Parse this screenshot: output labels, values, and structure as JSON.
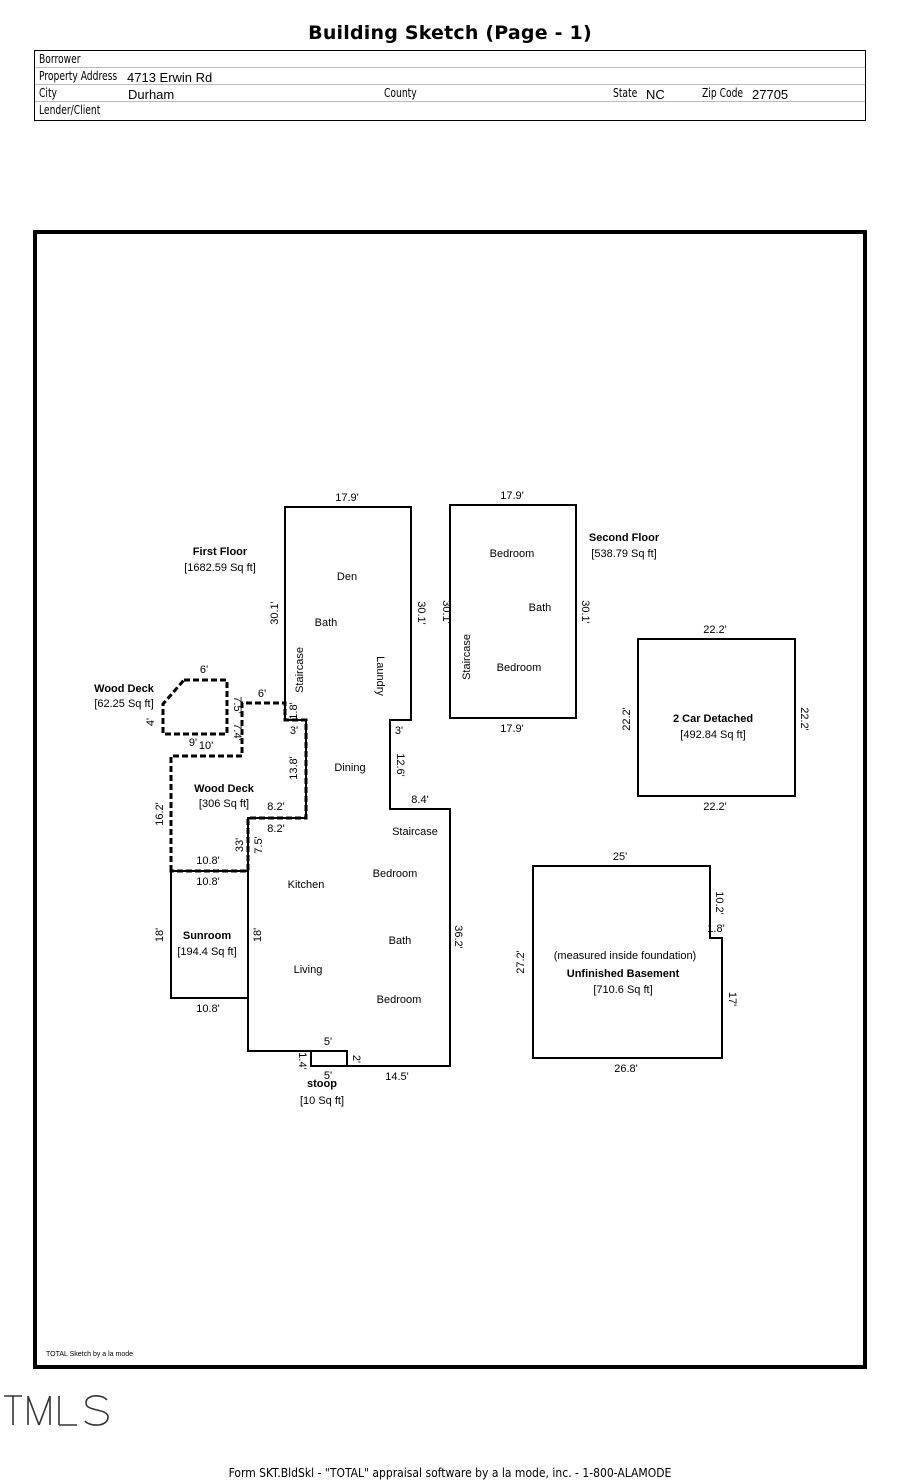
{
  "title": "Building Sketch (Page - 1)",
  "header": {
    "borrower_label": "Borrower",
    "borrower_value": "",
    "address_label": "Property Address",
    "address_value": "4713 Erwin Rd",
    "city_label": "City",
    "city_value": "Durham",
    "county_label": "County",
    "county_value": "",
    "state_label": "State",
    "state_value": "NC",
    "zip_label": "Zip Code",
    "zip_value": "27705",
    "lender_label": "Lender/Client",
    "lender_value": ""
  },
  "sketch": {
    "areas": {
      "first_floor_name": "First Floor",
      "first_floor_sqft": "[1682.59 Sq ft]",
      "second_floor_name": "Second Floor",
      "second_floor_sqft": "[538.79 Sq ft]",
      "garage_name": "2 Car Detached",
      "garage_sqft": "[492.84 Sq ft]",
      "basement_note": "(measured inside foundation)",
      "basement_name": "Unfinished Basement",
      "basement_sqft": "[710.6 Sq ft]",
      "wood_deck_small_name": "Wood Deck",
      "wood_deck_small_sqft": "[62.25 Sq ft]",
      "wood_deck_large_name": "Wood Deck",
      "wood_deck_large_sqft": "[306 Sq ft]",
      "sunroom_name": "Sunroom",
      "sunroom_sqft": "[194.4 Sq ft]",
      "stoop_name": "stoop",
      "stoop_sqft": "[10 Sq ft]"
    },
    "rooms": {
      "den": "Den",
      "bath_1": "Bath",
      "staircase_1": "Staircase",
      "laundry": "Laundry",
      "dining": "Dining",
      "staircase_2": "Staircase",
      "kitchen": "Kitchen",
      "bedroom_1": "Bedroom",
      "bath_2": "Bath",
      "living": "Living",
      "bedroom_2": "Bedroom",
      "sf_bedroom_1": "Bedroom",
      "sf_bath": "Bath",
      "sf_staircase": "Staircase",
      "sf_bedroom_2": "Bedroom"
    },
    "dimensions": {
      "ff_top": "17.9'",
      "ff_left": "30.1'",
      "ff_right": "30.1'",
      "ff_notch": "3'",
      "ff_notch2": "3'",
      "ff_12_6": "12.6'",
      "ff_8_4": "8.4'",
      "ff_36_2": "36.2'",
      "ff_14_5": "14.5'",
      "ff_18": "18'",
      "ff_13_8": "13.8'",
      "ff_1_8": "1.8'",
      "ff_8_2a": "8.2'",
      "ff_8_2b": "8.2'",
      "ff_7_5": "7.5'",
      "ff_33": "33'",
      "ff_1_4": "1.4'",
      "stoop_top": "5'",
      "stoop_bottom": "5'",
      "stoop_side": "2'",
      "sf_top": "17.9'",
      "sf_left": "30.1'",
      "sf_right": "30.1'",
      "sf_bottom": "17.9'",
      "g_top": "22.2'",
      "g_left": "22.2'",
      "g_right": "22.2'",
      "g_bottom": "22.2'",
      "b_top": "25'",
      "b_10_2": "10.2'",
      "b_1_8": "1.8'",
      "b_17": "17'",
      "b_bottom": "26.8'",
      "b_left": "27.2'",
      "wd_6_top": "6'",
      "wd_4": "4'",
      "wd_7_5": "7.5'",
      "wd_9": "9'",
      "wd_7_4": "7.4'",
      "wd_10": "10'",
      "wd_6": "6'",
      "wd_16_2": "16.2'",
      "wd_10_8": "10.8'",
      "sr_10_8_top": "10.8'",
      "sr_18": "18'",
      "sr_10_8_bottom": "10.8'"
    },
    "credit": "TOTAL Sketch by a la mode"
  },
  "logo": "TMLS",
  "footer": "Form SKT.BldSkl - \"TOTAL\" appraisal software by a la mode, inc. - 1-800-ALAMODE"
}
